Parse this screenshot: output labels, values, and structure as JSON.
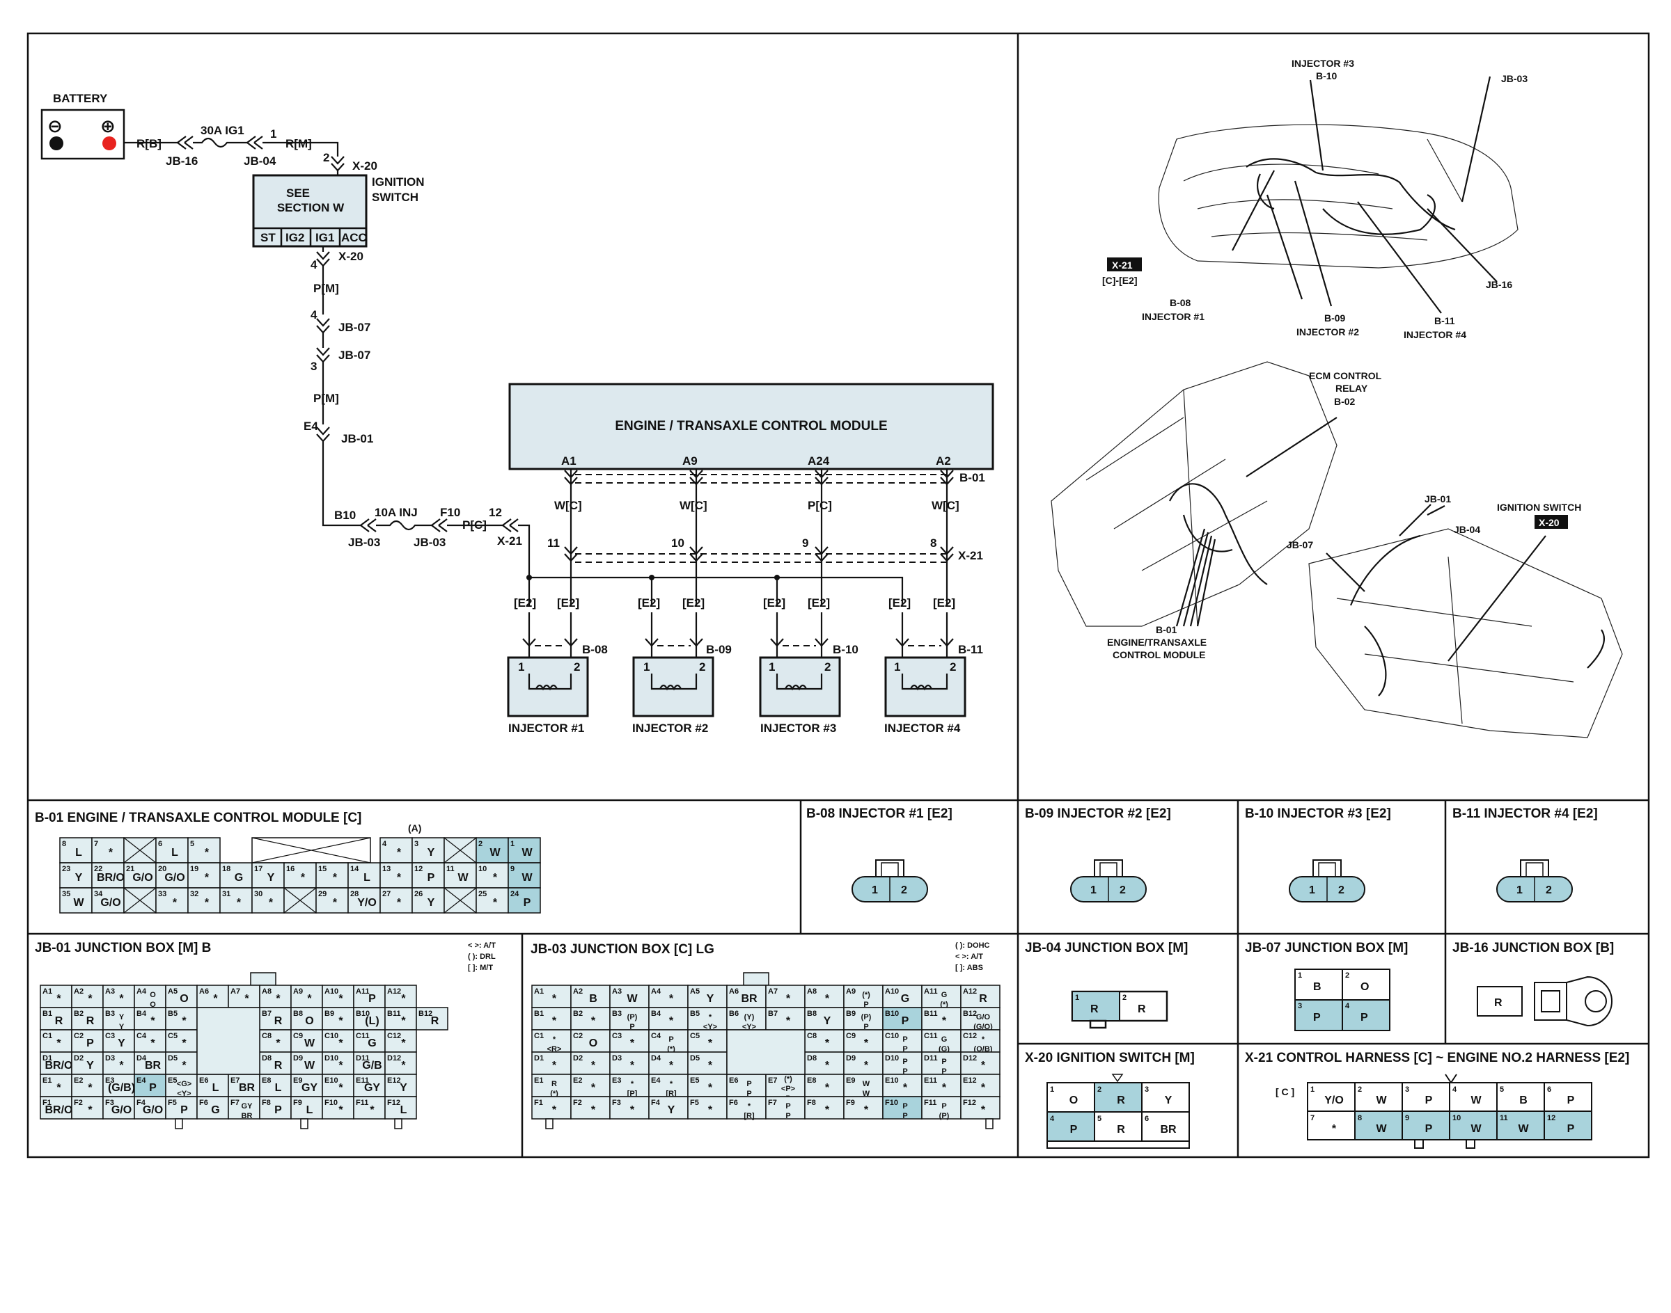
{
  "schematic": {
    "battery": {
      "label": "BATTERY",
      "minus": "⊖",
      "plus": "⊕"
    },
    "top_wire_1": "R[B]",
    "top_wire_2": "R[M]",
    "fuse1": "30A IG1",
    "fuse2": "10A INJ",
    "jb16": "JB-16",
    "jb04": "JB-04",
    "jb07": "JB-07",
    "jb01": "JB-01",
    "jb03": "JB-03",
    "x20": "X-20",
    "x21": "X-21",
    "pin1": "1",
    "pin2": "2",
    "pin3": "3",
    "pin4": "4",
    "pin12": "12",
    "pin_e4": "E4",
    "pin_b10": "B10",
    "pin_f10": "F10",
    "ignition_switch": [
      "IGNITION",
      "SWITCH"
    ],
    "see_section": [
      "SEE",
      "SECTION W"
    ],
    "switch_terms": [
      "ST",
      "IG2",
      "IG1",
      "ACC"
    ],
    "wire_pm": "P[M]",
    "wire_pc": "P[C]",
    "ecm_label": "ENGINE / TRANSAXLE CONTROL MODULE",
    "ecm_conn": "B-01",
    "ecm_pins": [
      "A1",
      "A9",
      "A24",
      "A2"
    ],
    "ecm_wires": [
      "W[C]",
      "W[C]",
      "P[C]",
      "W[C]"
    ],
    "x21_pins": [
      "11",
      "10",
      "9",
      "8"
    ],
    "e2": "[E2]",
    "injectors": [
      {
        "conn": "B-08",
        "label": "INJECTOR #1"
      },
      {
        "conn": "B-09",
        "label": "INJECTOR #2"
      },
      {
        "conn": "B-10",
        "label": "INJECTOR #3"
      },
      {
        "conn": "B-11",
        "label": "INJECTOR #4"
      }
    ]
  },
  "locator": {
    "top": [
      "INJECTOR #3",
      "B-10",
      "JB-03",
      "X-21",
      "[C]-[E2]",
      "B-08",
      "INJECTOR #1",
      "B-09",
      "INJECTOR #2",
      "B-11",
      "INJECTOR #4",
      "JB-16"
    ],
    "bottom": [
      "ECM CONTROL",
      "RELAY",
      "B-02",
      "JB-01",
      "JB-04",
      "IGNITION SWITCH",
      "X-20",
      "JB-07",
      "B-01",
      "ENGINE/TRANSAXLE",
      "CONTROL MODULE"
    ]
  },
  "panels": {
    "b01": "B-01 ENGINE / TRANSAXLE CONTROL MODULE [C]",
    "b01_a": "(A)",
    "b08": "B-08 INJECTOR #1 [E2]",
    "b09": "B-09 INJECTOR #2 [E2]",
    "b10": "B-10 INJECTOR #3 [E2]",
    "b11": "B-11 INJECTOR #4 [E2]",
    "jb01": "JB-01 JUNCTION BOX [M] B",
    "jb01_legend": [
      "< >: A/T",
      "( ): DRL",
      "[ ]: M/T"
    ],
    "jb03": "JB-03 JUNCTION BOX [C] LG",
    "jb03_legend": [
      "( ): DOHC",
      "< >: A/T",
      "[ ]: ABS"
    ],
    "jb04": "JB-04 JUNCTION BOX [M]",
    "jb07": "JB-07 JUNCTION BOX [M]",
    "jb16": "JB-16 JUNCTION BOX [B]",
    "x20": "X-20 IGNITION SWITCH [M]",
    "x21": "X-21 CONTROL HARNESS [C] ~ ENGINE NO.2 HARNESS [E2]",
    "x21_c": "[ C ]"
  },
  "b01_grid": {
    "rows": [
      [
        [
          "8",
          "L"
        ],
        [
          "7",
          "*"
        ],
        [
          "x",
          ""
        ],
        [
          "6",
          "L"
        ],
        [
          "5",
          "*"
        ],
        [
          "x",
          ""
        ],
        [
          "x",
          ""
        ],
        [
          "x",
          ""
        ],
        [
          "x",
          ""
        ],
        [
          "4",
          "*"
        ],
        [
          "3",
          "Y"
        ],
        [
          "x",
          ""
        ],
        [
          "2",
          "W"
        ],
        [
          "1",
          "W"
        ]
      ],
      [
        [
          "23",
          "Y"
        ],
        [
          "22",
          "BR/O"
        ],
        [
          "21",
          "G/O"
        ],
        [
          "20",
          "G/O"
        ],
        [
          "19",
          "*"
        ],
        [
          "18",
          "G"
        ],
        [
          "17",
          "Y"
        ],
        [
          "16",
          "*"
        ],
        [
          "15",
          "*"
        ],
        [
          "14",
          "L"
        ],
        [
          "13",
          "*"
        ],
        [
          "12",
          "P"
        ],
        [
          "11",
          "W"
        ],
        [
          "10",
          "*"
        ],
        [
          "9",
          "W"
        ]
      ],
      [
        [
          "35",
          "W"
        ],
        [
          "34",
          "G/O"
        ],
        [
          "x",
          ""
        ],
        [
          "33",
          "*"
        ],
        [
          "32",
          "*"
        ],
        [
          "31",
          "*"
        ],
        [
          "30",
          "*"
        ],
        [
          "x",
          ""
        ],
        [
          "29",
          "*"
        ],
        [
          "28",
          "Y/O"
        ],
        [
          "27",
          "*"
        ],
        [
          "26",
          "Y"
        ],
        [
          "x",
          ""
        ],
        [
          "25",
          "*"
        ],
        [
          "24",
          "P"
        ]
      ]
    ]
  },
  "jb01_grid": [
    [
      [
        "A1",
        "*"
      ],
      [
        "A2",
        "*"
      ],
      [
        "A3",
        "*"
      ],
      [
        "A4",
        "O O"
      ],
      [
        "A5",
        "O"
      ],
      [
        "A6",
        "*"
      ],
      [
        "A7",
        "*"
      ],
      [
        "A8",
        "*"
      ],
      [
        "A9",
        "*"
      ],
      [
        "A10",
        "*"
      ],
      [
        "A11",
        "P"
      ],
      [
        "A12",
        "*"
      ]
    ],
    [
      [
        "B1",
        "R"
      ],
      [
        "B2",
        "R"
      ],
      [
        "B3",
        "Y Y"
      ],
      [
        "B4",
        "*"
      ],
      [
        "B5",
        "*"
      ],
      [
        "",
        ""
      ],
      [
        "",
        ""
      ],
      [
        "B7",
        "R"
      ],
      [
        "B8",
        "O"
      ],
      [
        "B9",
        "*"
      ],
      [
        "B10",
        "(L)"
      ],
      [
        "B11",
        "*"
      ],
      [
        "B12",
        "R"
      ]
    ],
    [
      [
        "C1",
        "*"
      ],
      [
        "C2",
        "P"
      ],
      [
        "C3",
        "Y"
      ],
      [
        "C4",
        "*"
      ],
      [
        "C5",
        "*"
      ],
      [
        "",
        ""
      ],
      [
        "",
        ""
      ],
      [
        "C8",
        "*"
      ],
      [
        "C9",
        "W"
      ],
      [
        "C10",
        "*"
      ],
      [
        "C11",
        "G"
      ],
      [
        "C12",
        "*"
      ]
    ],
    [
      [
        "D1",
        "BR/O"
      ],
      [
        "D2",
        "Y"
      ],
      [
        "D3",
        "*"
      ],
      [
        "D4",
        "BR"
      ],
      [
        "D5",
        "*"
      ],
      [
        "",
        ""
      ],
      [
        "",
        ""
      ],
      [
        "D8",
        "R"
      ],
      [
        "D9",
        "W"
      ],
      [
        "D10",
        "*"
      ],
      [
        "D11",
        "G/B"
      ],
      [
        "D12",
        "*"
      ]
    ],
    [
      [
        "E1",
        "*"
      ],
      [
        "E2",
        "*"
      ],
      [
        "E3",
        "(G/B)"
      ],
      [
        "E4",
        "P"
      ],
      [
        "E5",
        "<G> <Y>"
      ],
      [
        "E6",
        "L"
      ],
      [
        "E7",
        "BR"
      ],
      [
        "E8",
        "L"
      ],
      [
        "E9",
        "GY"
      ],
      [
        "E10",
        "*"
      ],
      [
        "E11",
        "GY"
      ],
      [
        "E12",
        "Y"
      ]
    ],
    [
      [
        "F1",
        "BR/O"
      ],
      [
        "F2",
        "*"
      ],
      [
        "F3",
        "G/O"
      ],
      [
        "F4",
        "G/O"
      ],
      [
        "F5",
        "P"
      ],
      [
        "F6",
        "G"
      ],
      [
        "F7",
        "GY BR"
      ],
      [
        "F8",
        "P"
      ],
      [
        "F9",
        "L"
      ],
      [
        "F10",
        "*"
      ],
      [
        "F11",
        "*"
      ],
      [
        "F12",
        "L"
      ]
    ]
  ],
  "jb03_grid": [
    [
      [
        "A1",
        "*"
      ],
      [
        "A2",
        "B"
      ],
      [
        "A3",
        "W"
      ],
      [
        "A4",
        "*"
      ],
      [
        "A5",
        "Y"
      ],
      [
        "A6",
        "BR"
      ],
      [
        "A7",
        "*"
      ],
      [
        "A8",
        "*"
      ],
      [
        "A9",
        "(*) P"
      ],
      [
        "A10",
        "G"
      ],
      [
        "A11",
        "G (*)"
      ],
      [
        "A12",
        "R"
      ]
    ],
    [
      [
        "B1",
        "*"
      ],
      [
        "B2",
        "*"
      ],
      [
        "B3",
        "(P) P"
      ],
      [
        "B4",
        "*"
      ],
      [
        "B5",
        "* <Y>"
      ],
      [
        "B6",
        "(Y) <Y>"
      ],
      [
        "B7",
        "*"
      ],
      [
        "B8",
        "Y"
      ],
      [
        "B9",
        "(P) P"
      ],
      [
        "B10",
        "P"
      ],
      [
        "B11",
        "*"
      ],
      [
        "B12",
        "G/O (G/O)"
      ]
    ],
    [
      [
        "C1",
        "* <R>"
      ],
      [
        "C2",
        "O"
      ],
      [
        "C3",
        "*"
      ],
      [
        "C4",
        "P (*)"
      ],
      [
        "C5",
        "*"
      ],
      [
        "",
        ""
      ],
      [
        "",
        ""
      ],
      [
        "C8",
        "*"
      ],
      [
        "C9",
        "*"
      ],
      [
        "C10",
        "P P"
      ],
      [
        "C11",
        "G (G)"
      ],
      [
        "C12",
        "* (O/B)"
      ]
    ],
    [
      [
        "D1",
        "*"
      ],
      [
        "D2",
        "*"
      ],
      [
        "D3",
        "*"
      ],
      [
        "D4",
        "*"
      ],
      [
        "D5",
        "*"
      ],
      [
        "",
        ""
      ],
      [
        "",
        ""
      ],
      [
        "D8",
        "*"
      ],
      [
        "D9",
        "*"
      ],
      [
        "D10",
        "P P"
      ],
      [
        "D11",
        "P P"
      ],
      [
        "D12",
        "*"
      ]
    ],
    [
      [
        "E1",
        "R (*)"
      ],
      [
        "E2",
        "*"
      ],
      [
        "E3",
        "* [P]"
      ],
      [
        "E4",
        "* [R]"
      ],
      [
        "E5",
        "*"
      ],
      [
        "E6",
        "P P"
      ],
      [
        "E7",
        "(*) <P> <P>"
      ],
      [
        "E8",
        "*"
      ],
      [
        "E9",
        "W W"
      ],
      [
        "E10",
        "*"
      ],
      [
        "E11",
        "*"
      ],
      [
        "E12",
        "*"
      ]
    ],
    [
      [
        "F1",
        "*"
      ],
      [
        "F2",
        "*"
      ],
      [
        "F3",
        "*"
      ],
      [
        "F4",
        "Y"
      ],
      [
        "F5",
        "*"
      ],
      [
        "F6",
        "* [R]"
      ],
      [
        "F7",
        "P P"
      ],
      [
        "F8",
        "*"
      ],
      [
        "F9",
        "*"
      ],
      [
        "F10",
        "P P"
      ],
      [
        "F11",
        "P (P)"
      ],
      [
        "F12",
        "*"
      ]
    ]
  ],
  "connectors": {
    "injector_pins": [
      "1",
      "2"
    ],
    "jb04": [
      [
        "1",
        "R"
      ],
      [
        "2",
        "R"
      ]
    ],
    "jb07": [
      [
        "1",
        "B"
      ],
      [
        "2",
        "O"
      ],
      [
        "3",
        "P"
      ],
      [
        "4",
        "P"
      ]
    ],
    "jb16": "R",
    "x20": [
      [
        "1",
        "O"
      ],
      [
        "2",
        "R"
      ],
      [
        "3",
        "Y"
      ],
      [
        "4",
        "P"
      ],
      [
        "5",
        "R"
      ],
      [
        "6",
        "BR"
      ]
    ],
    "x21": [
      [
        "1",
        "Y/O"
      ],
      [
        "2",
        "W"
      ],
      [
        "3",
        "P"
      ],
      [
        "4",
        "W"
      ],
      [
        "5",
        "B"
      ],
      [
        "6",
        "P"
      ],
      [
        "7",
        "*"
      ],
      [
        "8",
        "W"
      ],
      [
        "9",
        "P"
      ],
      [
        "10",
        "W"
      ],
      [
        "11",
        "W"
      ],
      [
        "12",
        "P"
      ]
    ]
  },
  "colors": {
    "accent": "#a9d3dc",
    "module_fill": "#dde9ee",
    "battery_plus": "#e8231f"
  }
}
